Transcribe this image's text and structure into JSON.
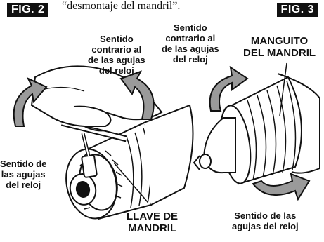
{
  "fig2": {
    "badge": "FIG. 2",
    "caption": "“desmontaje del mandril”.",
    "ccw_label": [
      "Sentido",
      "contrario al",
      "de las agujas",
      "del reloj"
    ],
    "cw_label": [
      "Sentido de",
      "las agujas",
      "del reloj"
    ],
    "key_label": [
      "LLAVE DE",
      "MANDRIL"
    ]
  },
  "fig3": {
    "badge": "FIG. 3",
    "ccw_label": [
      "Sentido",
      "contrario al",
      "de las agujas",
      "del reloj"
    ],
    "sleeve_label": [
      "MANGUITO",
      "DEL MANDRIL"
    ],
    "cw_label": [
      "Sentido de las",
      "agujas del reloj"
    ]
  },
  "colors": {
    "ink": "#111111",
    "arrow_fill": "#9a9a9a",
    "paper": "#ffffff"
  }
}
